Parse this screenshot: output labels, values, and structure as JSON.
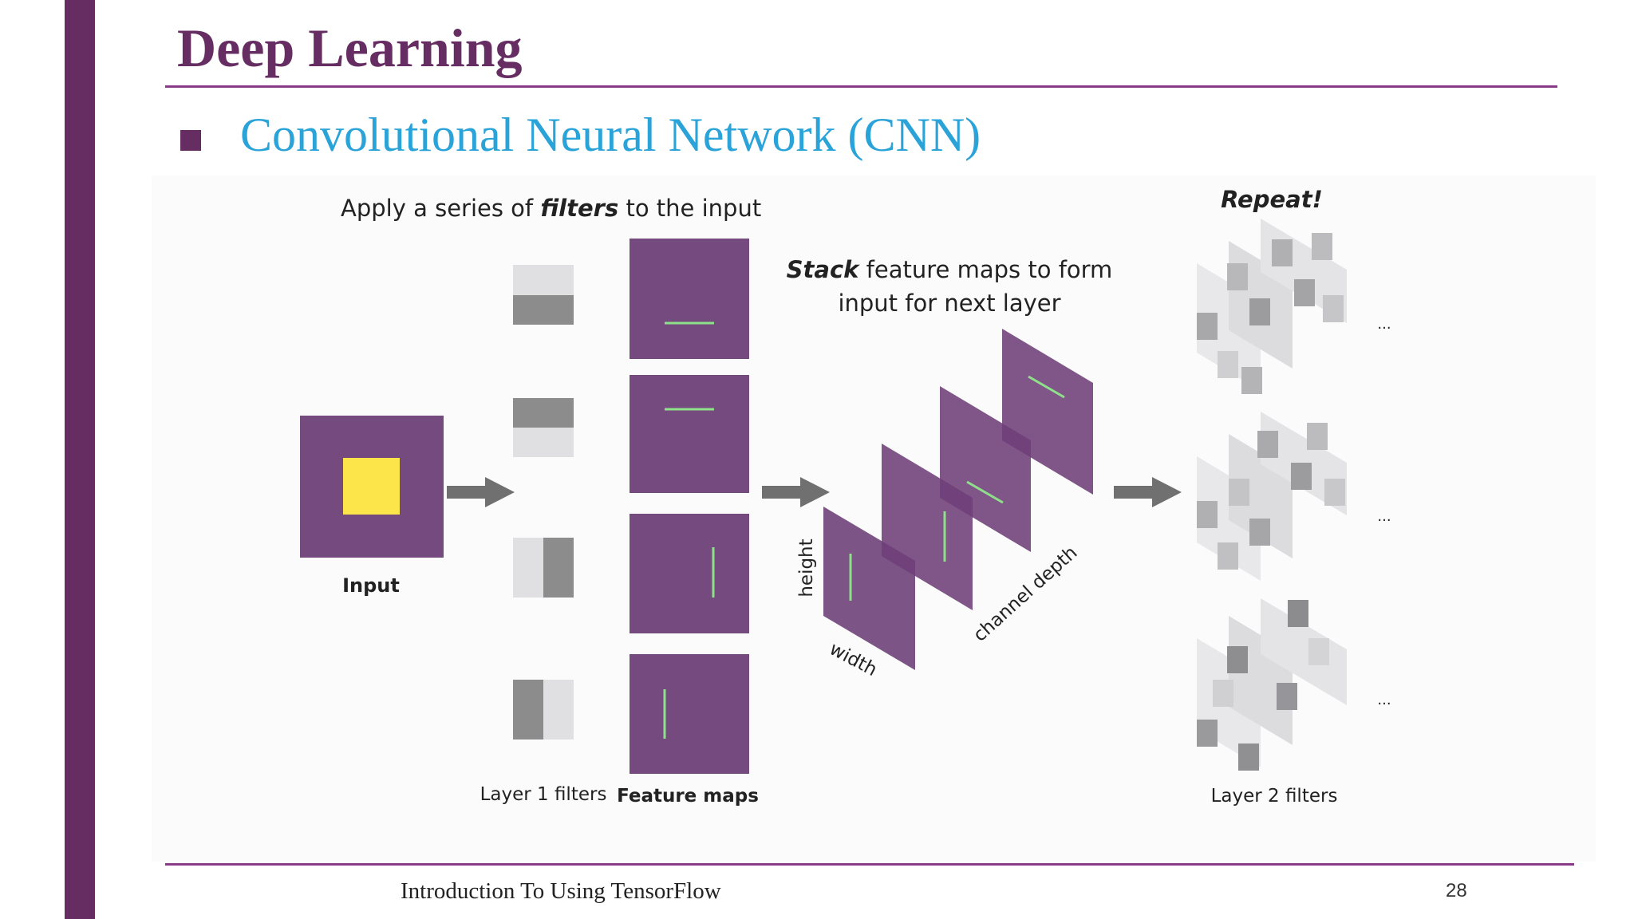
{
  "slide": {
    "title": "Deep Learning",
    "bullet": "Convolutional Neural Network (CNN)",
    "footer": "Introduction To Using TensorFlow",
    "page_number": "28"
  },
  "diagram": {
    "caption_filters_prefix": "Apply a series of ",
    "caption_filters_emph": "filters",
    "caption_filters_suffix": " to the input",
    "caption_stack_emph": "Stack",
    "caption_stack_line1_rest": " feature maps to form",
    "caption_stack_line2": "input for next layer",
    "caption_repeat": "Repeat!",
    "label_input": "Input",
    "label_layer1_filters": "Layer 1 filters",
    "label_feature_maps": "Feature maps",
    "label_layer2_filters": "Layer 2 filters",
    "label_height": "height",
    "label_width": "width",
    "label_channel_depth": "channel depth",
    "ellipsis": "...",
    "colors": {
      "brand_purple": "#652d62",
      "feature_map_purple": "#754b7f",
      "input_yellow": "#fbe54a",
      "edge_green": "#8fe08a",
      "bullet_blue": "#2aa3d8",
      "arrow_gray": "#707070"
    }
  }
}
